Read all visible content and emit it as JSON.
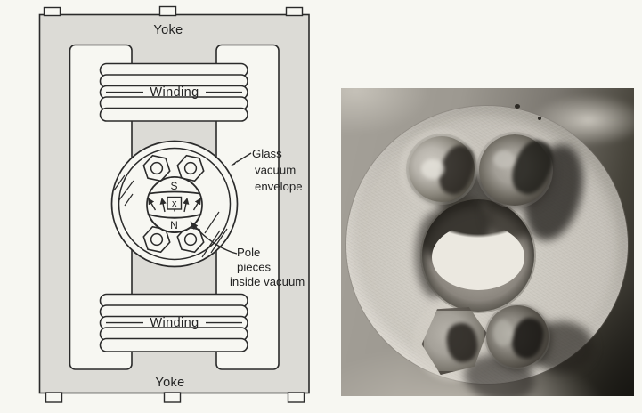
{
  "diagram": {
    "yoke_label_top": "Yoke",
    "yoke_label_bottom": "Yoke",
    "winding_label_top": "Winding",
    "winding_label_bottom": "Winding",
    "pole_south": "S",
    "pole_north": "N",
    "center_marker": "x",
    "glass_label": [
      "Glass",
      "vacuum",
      "envelope"
    ],
    "pole_label": [
      "Pole",
      "pieces",
      "inside vacuum"
    ],
    "colors": {
      "yoke_fill": "#dcdbd6",
      "line": "#2b2b2b",
      "paper": "#f7f7f2"
    }
  },
  "photo": {
    "colors": {
      "background_light": "#b3aea6",
      "background_dark": "#22201d",
      "disc": "#cbc7bf",
      "bolt_dark": "#3a3733",
      "crescent_highlight": "#ece9e1"
    }
  }
}
